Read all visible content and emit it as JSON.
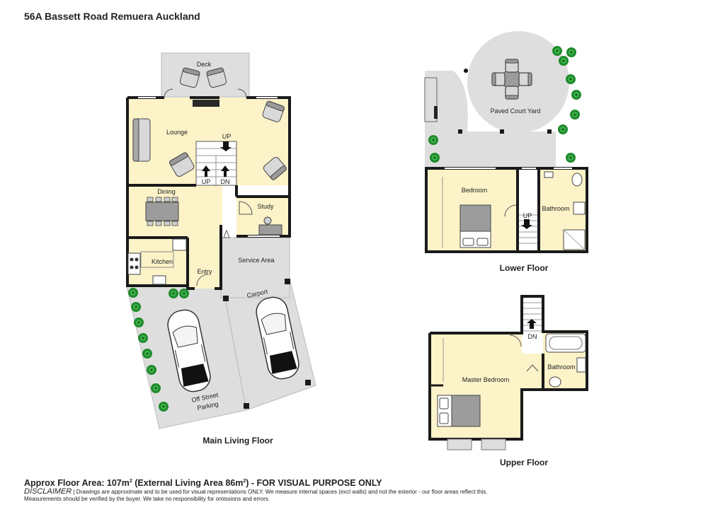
{
  "header": {
    "title": "56A Bassett Road Remuera Auckland"
  },
  "floors": {
    "main": "Main Living Floor",
    "lower": "Lower Floor",
    "upper": "Upper Floor"
  },
  "rooms": {
    "deck": "Deck",
    "lounge": "Lounge",
    "dining": "Dining",
    "study": "Study",
    "kitchen": "Kitchen",
    "entry": "Entry",
    "service_area": "Service Area",
    "carport": "Carport",
    "parking_1": "Off Street",
    "parking_2": "Parking",
    "up_main": "UP",
    "up_left": "UP",
    "dn_right": "DN",
    "courtyard": "Paved Court Yard",
    "bedroom": "Bedroom",
    "bathroom_lower": "Bathroom",
    "up_lower": "UP",
    "master_bedroom": "Master Bedroom",
    "bathroom_upper": "Bathroom",
    "dn_upper": "DN"
  },
  "footer": {
    "area_prefix": "Approx Floor Area: 107m",
    "area_mid": " (External Living Area 86m",
    "area_suffix": ") - FOR VISUAL PURPOSE ONLY",
    "sup": "2",
    "disclaimer_title": "DISCLAIMER",
    "disclaimer_line1": " | Drawings are approximate and to be used for visual representations ONLY. We measure internal spaces (excl walls) and not the exterior - our floor areas reflect this.",
    "disclaimer_line2": "Measurements should be verified by the buyer. We take no responsibility for omissions and errors."
  },
  "colors": {
    "room_fill": "#fcf3c8",
    "outdoor_fill": "#dedede",
    "wall": "#1a1a1a",
    "plant": "#1f8a2c"
  }
}
